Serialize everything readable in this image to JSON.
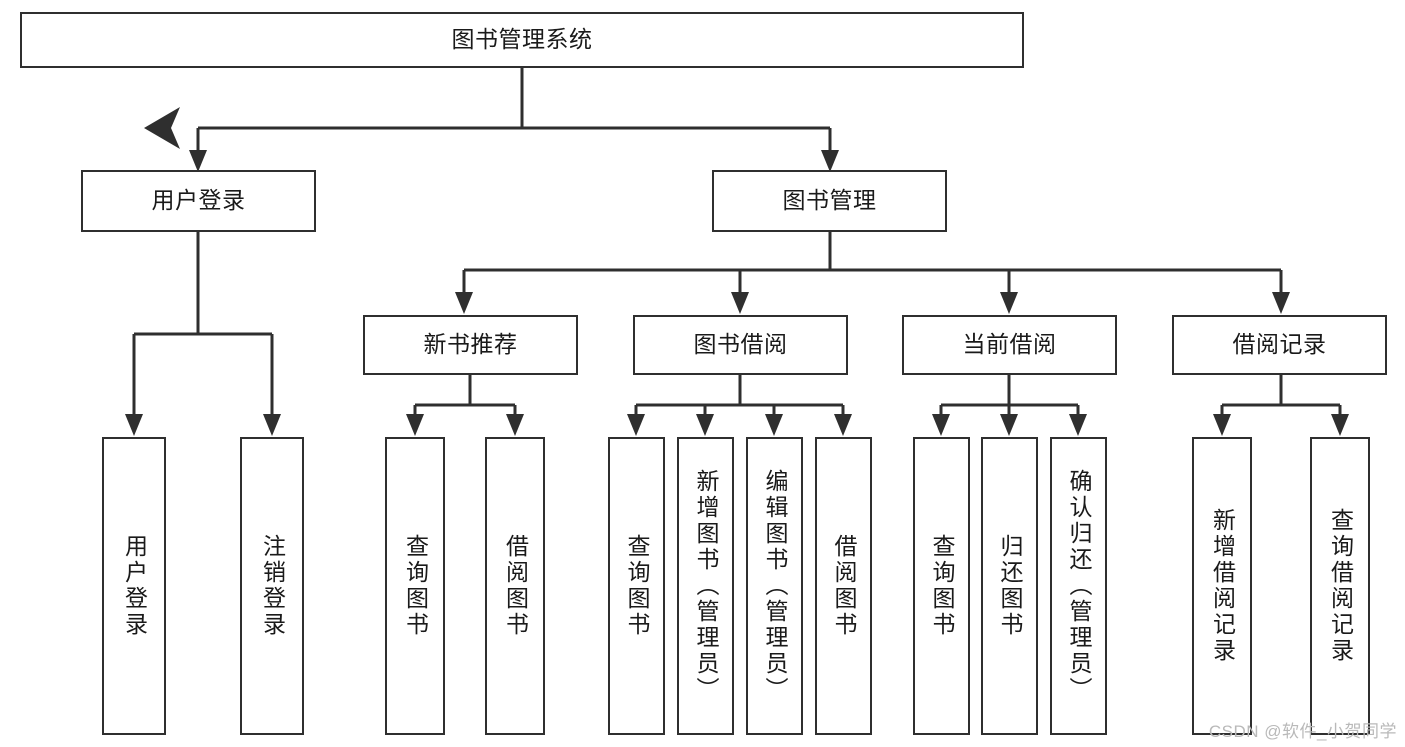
{
  "diagram": {
    "type": "tree-hierarchy-chart",
    "title": "图书管理系统",
    "line_color": "#2f2f2f",
    "box_fill": "#ffffff",
    "text_color": "#1a1a1a",
    "levels": 4,
    "nodes": {
      "root": {
        "label": "图书管理系统"
      },
      "level2": [
        {
          "label": "用户登录"
        },
        {
          "label": "图书管理"
        }
      ],
      "level3": [
        {
          "label": "新书推荐"
        },
        {
          "label": "图书借阅"
        },
        {
          "label": "当前借阅"
        },
        {
          "label": "借阅记录"
        }
      ],
      "leaves_user_login": [
        {
          "label": "用户登录"
        },
        {
          "label": "注销登录"
        }
      ],
      "leaves_new_book": [
        {
          "label": "查询图书"
        },
        {
          "label": "借阅图书"
        }
      ],
      "leaves_borrow": [
        {
          "label": "查询图书"
        },
        {
          "label": "新增图书（管理员）"
        },
        {
          "label": "编辑图书（管理员）"
        },
        {
          "label": "借阅图书"
        }
      ],
      "leaves_current": [
        {
          "label": "查询图书"
        },
        {
          "label": "归还图书"
        },
        {
          "label": "确认归还（管理员）"
        }
      ],
      "leaves_record": [
        {
          "label": "新增借阅记录"
        },
        {
          "label": "查询借阅记录"
        }
      ]
    }
  },
  "watermark": {
    "text": "CSDN @软件_小贺同学"
  }
}
